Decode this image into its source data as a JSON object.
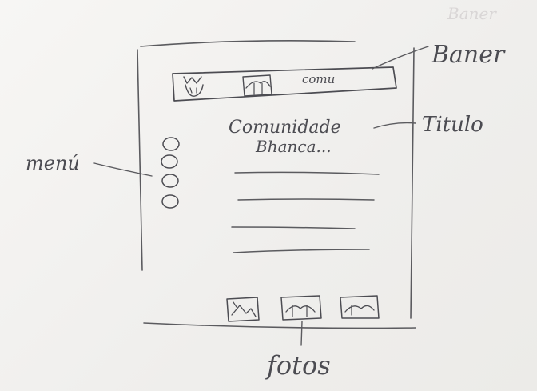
{
  "annotations": {
    "banner_label": "Baner",
    "banner_label_faint": "Baner",
    "title_label": "Titulo",
    "menu_label": "menú",
    "photos_label": "fotos"
  },
  "banner": {
    "text": "comu"
  },
  "content": {
    "title_line1": "Comunidade",
    "title_line2": "Bhanca..."
  },
  "menu": {
    "item_count": 4
  },
  "photos": {
    "thumbnail_count": 3
  }
}
